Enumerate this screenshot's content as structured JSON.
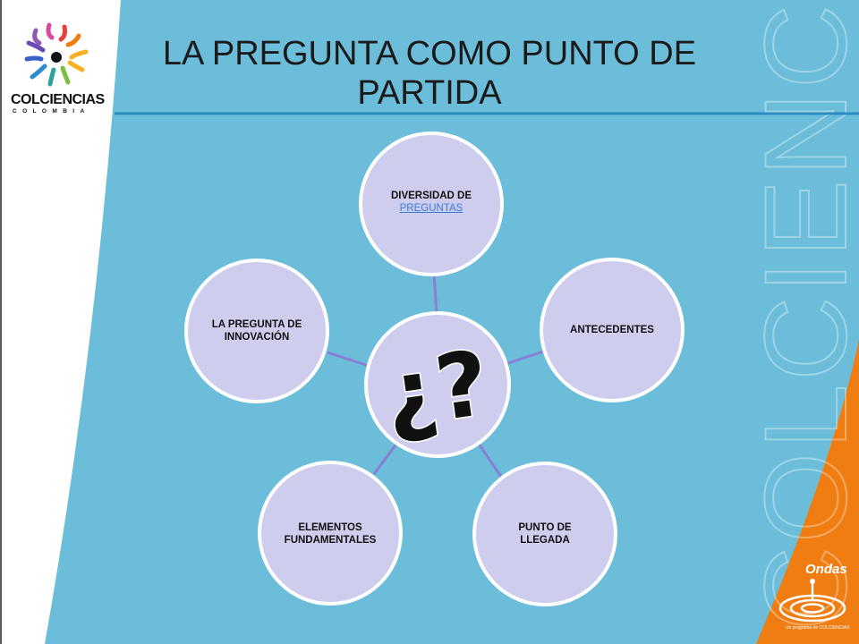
{
  "slide": {
    "title_line1": "LA PREGUNTA COMO PUNTO DE",
    "title_line2": "PARTIDA",
    "watermark": "COLCIENCIAS"
  },
  "logo": {
    "name": "COLCIENCIAS",
    "country": "COLOMBIA"
  },
  "diagram": {
    "center_symbol": "¿?",
    "nodes": [
      {
        "id": "top",
        "line1": "DIVERSIDAD DE",
        "link": "PREGUNTAS"
      },
      {
        "id": "right",
        "line1": "ANTECEDENTES"
      },
      {
        "id": "bottom-right",
        "line1": "PUNTO DE",
        "line2": "LLEGADA"
      },
      {
        "id": "bottom-left",
        "line1": "ELEMENTOS",
        "line2": "FUNDAMENTALES"
      },
      {
        "id": "left",
        "line1": "LA PREGUNTA DE",
        "line2": "INNOVACIÓN"
      }
    ]
  },
  "ondas_logo": {
    "name": "Ondas",
    "tagline": "Un programa de COLCIENCIAS"
  },
  "colors": {
    "background_blue": "#6bbdd9",
    "node_fill": "#cfcdee",
    "connector": "#8a7fd6",
    "orange_accent": "#f07d12",
    "title_rule": "#2c8cc4"
  }
}
